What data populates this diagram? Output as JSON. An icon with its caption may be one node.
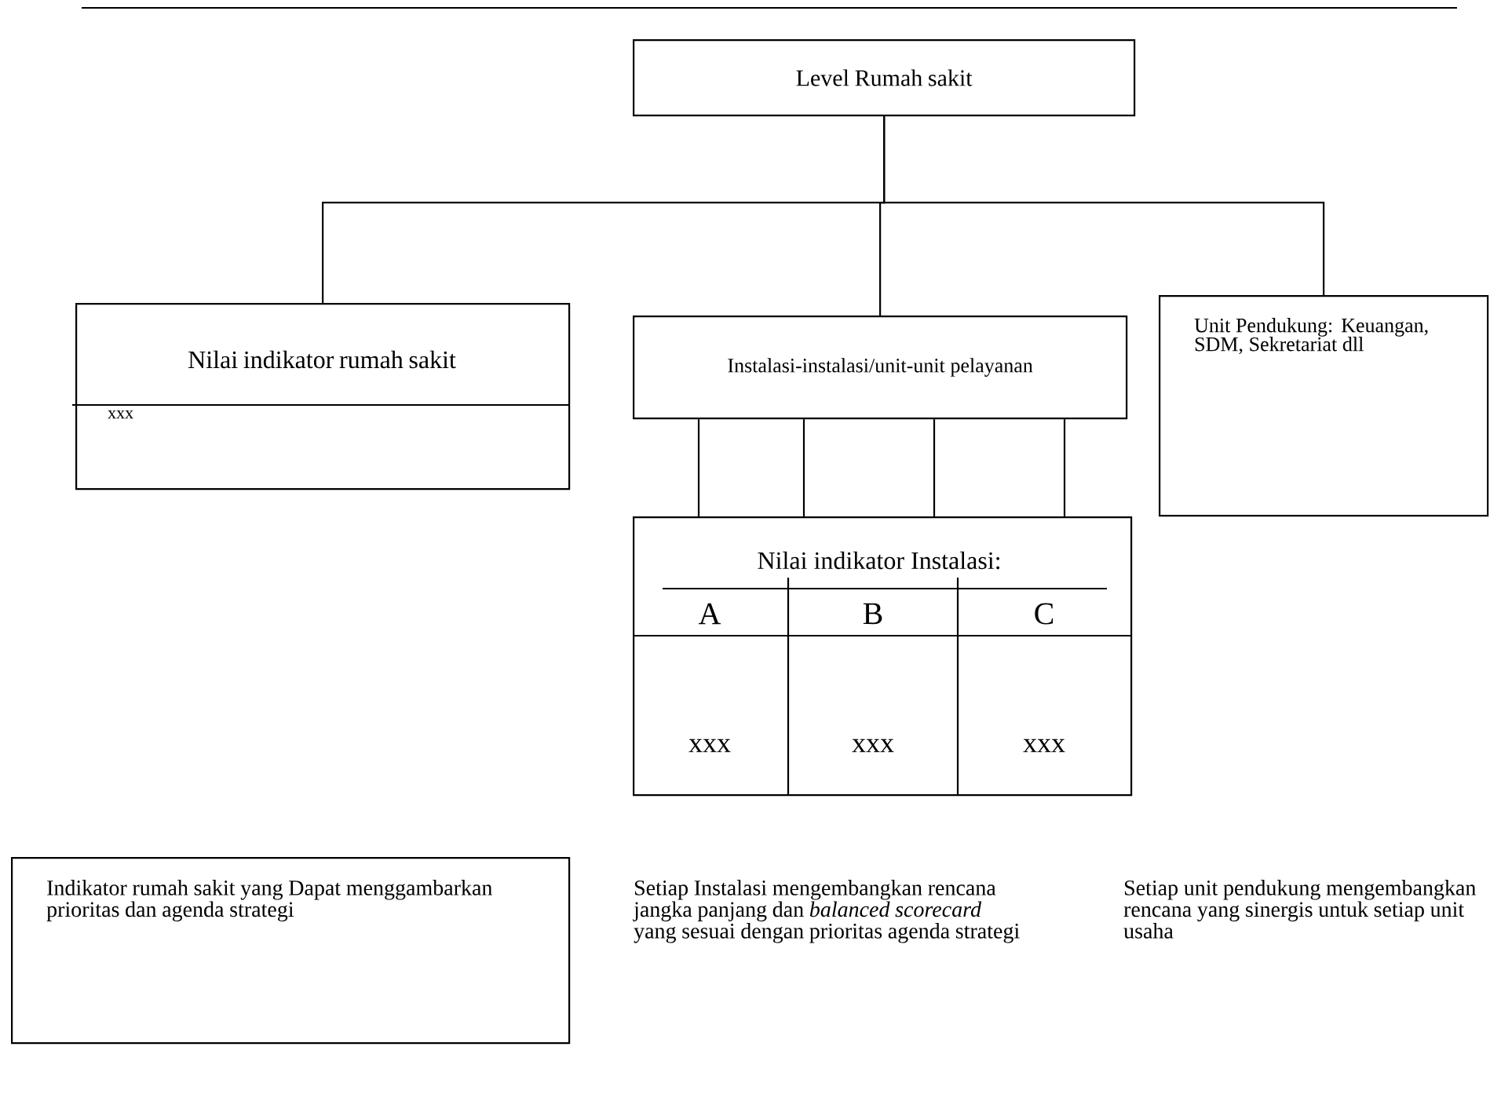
{
  "diagram": {
    "nodes": [
      {
        "text": [
          "Level Rumah sakit"
        ]
      },
      {
        "text": [
          "Nilai indikator rumah sakit",
          "xxx"
        ]
      },
      {
        "text": [
          "Instalasi-instalasi/unit-unit pelayanan"
        ]
      },
      {
        "text": [
          "Unit Pendukung: Keuangan, SDM, Sekretariat dll"
        ]
      },
      {
        "text": [
          "Nilai indikator Instalasi:",
          "A",
          "B",
          "C",
          "xxx",
          "xxx",
          "xxx"
        ]
      },
      {
        "text": [
          "Indikator rumah sakit yang Dapat menggambarkan prioritas dan agenda strategi"
        ]
      }
    ],
    "edges": [
      {
        "from": 0,
        "to": 1,
        "arrow": "none"
      },
      {
        "from": 0,
        "to": 2,
        "arrow": "none"
      },
      {
        "from": 0,
        "to": 3,
        "arrow": "none"
      },
      {
        "from": 2,
        "to": 4,
        "arrow": "none"
      },
      {
        "from": 2,
        "to": 4,
        "arrow": "none"
      },
      {
        "from": 2,
        "to": 4,
        "arrow": "none"
      },
      {
        "from": 2,
        "to": 4,
        "arrow": "none"
      }
    ],
    "labels": [
      "Setiap Instalasi mengembangkan rencana jangka panjang dan *balanced scorecard* yang sesuai dengan prioritas agenda strategi",
      "Setiap unit pendukung mengembangkan rencana yang sinergis untuk setiap unit usaha"
    ]
  }
}
